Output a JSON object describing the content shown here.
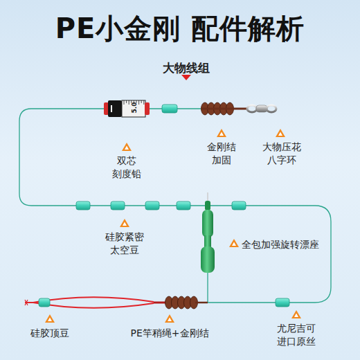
{
  "diagram": {
    "title": "PE小金刚 配件解析",
    "labels": [
      "大物线组",
      "5.0",
      "双芯 刻度铅",
      "金刚结 加固",
      "大物压花 八字环",
      "硅胶紧密 太空豆",
      "全包加强旋转漂座",
      "硅胶顶豆",
      "PE竿稍绳+金刚结",
      "尤尼吉可 进口原丝"
    ]
  }
}
